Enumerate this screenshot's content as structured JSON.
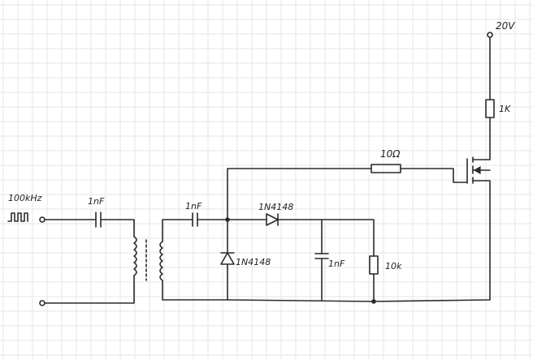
{
  "diagram": {
    "supply_label": "20V",
    "pullup_resistor_label": "1K",
    "gate_resistor_label": "10Ω",
    "input_frequency_label": "100kHz",
    "input_capacitor_label": "1nF",
    "secondary_capacitor_label": "1nF",
    "series_diode_label": "1N4148",
    "shunt_diode_label": "1N4148",
    "filter_capacitor_label": "1nF",
    "load_resistor_label": "10k"
  },
  "colors": {
    "ink": "#2a2a2a",
    "grid": "#e6e6e6",
    "paper": "#ffffff"
  }
}
